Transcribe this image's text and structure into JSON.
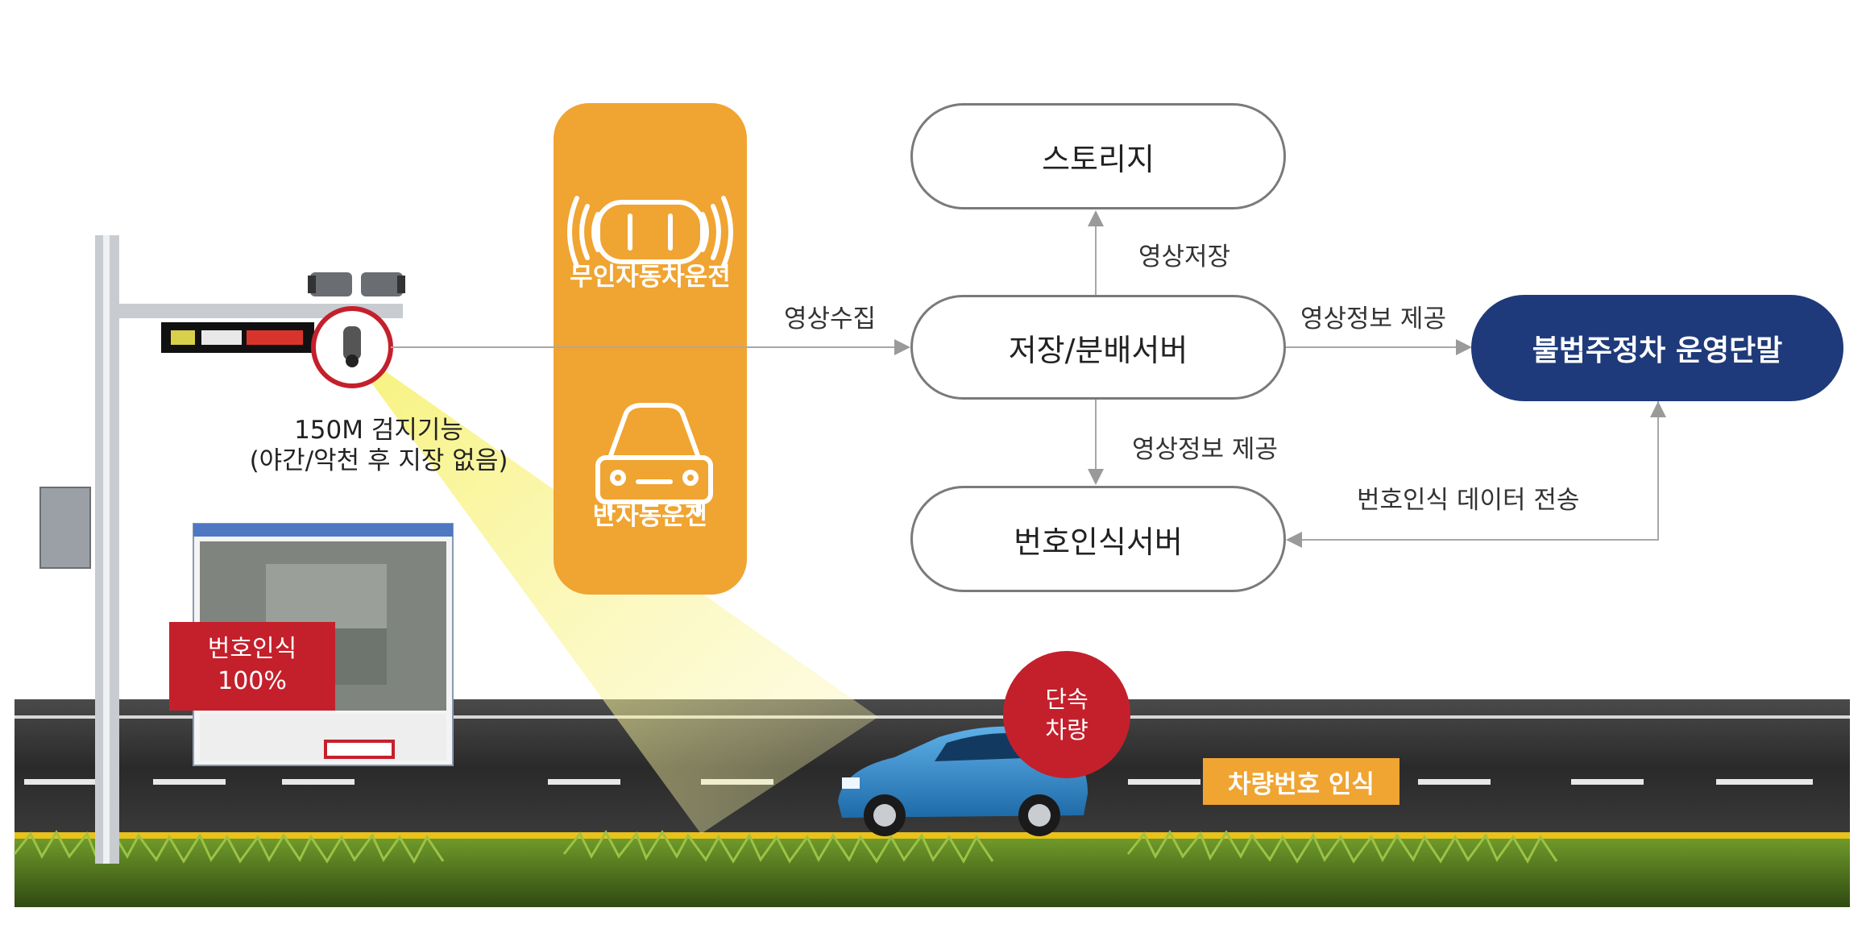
{
  "nodes": {
    "storage": "스토리지",
    "distribution_server": "저장/분배서버",
    "recognition_server": "번호인식서버",
    "terminal": "불법주정차 운영단말"
  },
  "edges": {
    "video_collect": "영상수집",
    "video_store": "영상저장",
    "video_info_provide_right": "영상정보 제공",
    "video_info_provide_down": "영상정보 제공",
    "plate_data_transfer": "번호인식 데이터 전송"
  },
  "panel": {
    "autonomous": "무인자동차운전",
    "semi_autonomous": "반자동운전"
  },
  "scene": {
    "detection_line1": "150M 검지기능",
    "detection_line2": "(야간/악천 후 지장 없음)",
    "plate_recognition_line1": "번호인식",
    "plate_recognition_line2": "100%",
    "enforcement_line1": "단속",
    "enforcement_line2": "차량",
    "plate_tag": "차량번호 인식"
  },
  "colors": {
    "orange": "#f0a431",
    "navy": "#1f3a7a",
    "red": "#c4202c",
    "road": "#2e2e2e",
    "line_gray": "#9a9a9a"
  }
}
